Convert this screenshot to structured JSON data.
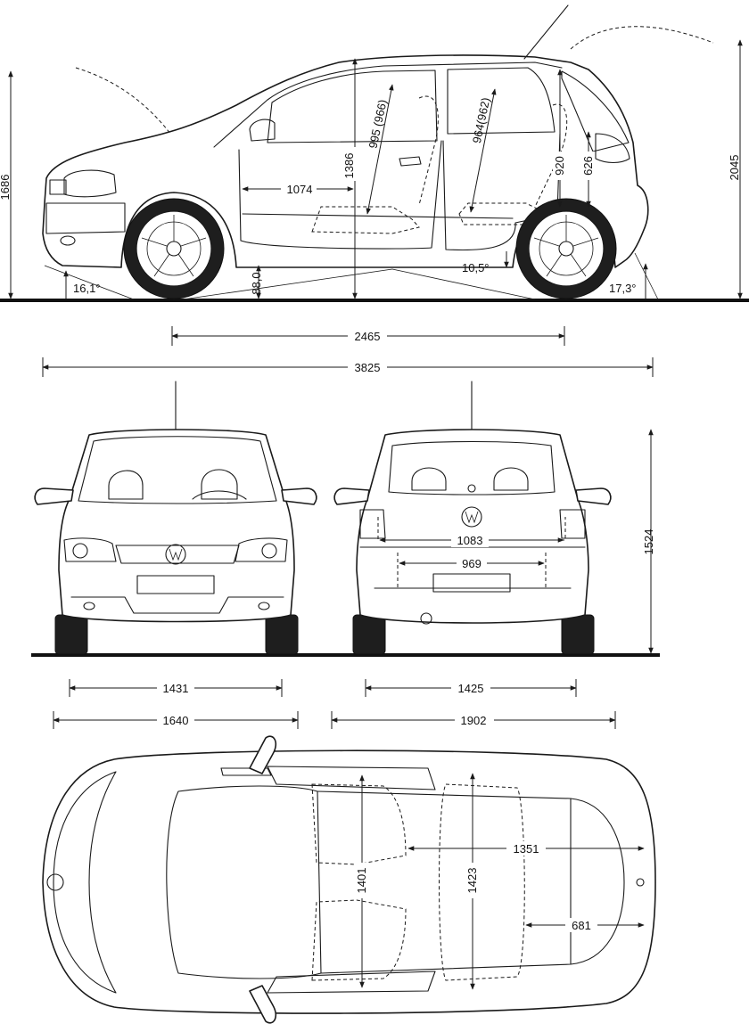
{
  "drawing": {
    "side_view": {
      "overall_height": "1686",
      "height_with_antenna": "2045",
      "cargo_length": "1074",
      "interior_height": "1386",
      "front_headroom": "995 (966)",
      "rear_headroom": "964(962)",
      "rear_height_920": "920",
      "rear_height_626": "626",
      "ramp_angle": "10,5°",
      "approach_angle": "16,1°",
      "departure_angle": "17,3°",
      "ground_clearance": "88,0",
      "wheelbase": "2465",
      "overall_length": "3825"
    },
    "front_view": {
      "front_track": "1431",
      "width_without_mirrors": "1640"
    },
    "rear_view": {
      "overall_height": "1524",
      "load_width_upper": "1083",
      "load_width_lower": "969",
      "rear_track": "1425",
      "width_with_mirrors": "1902"
    },
    "top_view": {
      "interior_width_front": "1401",
      "interior_width_rear": "1423",
      "load_length": "1351",
      "boot_length": "681"
    }
  },
  "colors": {
    "line": "#1a1a1a",
    "background": "#ffffff",
    "tire": "#1e1e1e"
  }
}
